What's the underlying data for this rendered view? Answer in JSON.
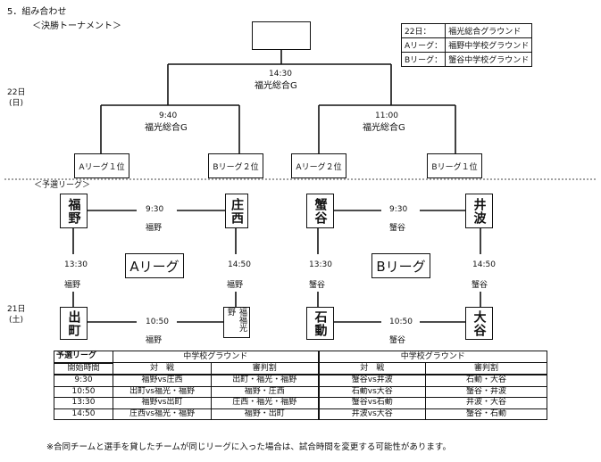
{
  "header": {
    "section_title": "5．組み合わせ",
    "subtitle": "＜決勝トーナメント＞"
  },
  "venues": [
    {
      "key": "22日：",
      "value": "福光総合グラウンド"
    },
    {
      "key": "Aリーグ：",
      "value": "福野中学校グラウンド"
    },
    {
      "key": "Bリーグ：",
      "value": "蟹谷中学校グラウンド"
    }
  ],
  "day22": {
    "date": "22日",
    "weekday": "(日)"
  },
  "day21": {
    "date": "21日",
    "weekday": "(土)"
  },
  "final_match": {
    "time": "14:30",
    "venue": "福光総合G"
  },
  "semi_left": {
    "time": "9:40",
    "venue": "福光総合G"
  },
  "semi_right": {
    "time": "11:00",
    "venue": "福光総合G"
  },
  "slots": [
    "Aリーグ１位",
    "Bリーグ２位",
    "Aリーグ２位",
    "Bリーグ１位"
  ],
  "prelim_label": "＜予選リーグ＞",
  "teams": {
    "fukuno": "福野",
    "shosei": "庄西",
    "kaniya": "蟹谷",
    "inami": "井波",
    "demachi": "出町",
    "fukufuku": "福福光野",
    "ishido": "石動",
    "otani": "大谷"
  },
  "league_a": "Aリーグ",
  "league_b": "Bリーグ",
  "matches": {
    "a_top": {
      "time": "9:30",
      "ref": "福野"
    },
    "b_top": {
      "time": "9:30",
      "ref": "蟹谷"
    },
    "a_left": {
      "time": "13:30",
      "ref": "福野"
    },
    "a_right": {
      "time": "14:50",
      "ref": "福野"
    },
    "b_left": {
      "time": "13:30",
      "ref": "蟹谷"
    },
    "b_right": {
      "time": "14:50",
      "ref": "蟹谷"
    },
    "a_bottom": {
      "time": "10:50",
      "ref": "福野"
    },
    "b_bottom": {
      "time": "10:50",
      "ref": "蟹谷"
    }
  },
  "schedule": {
    "title": "予選リーグ",
    "venue_a": "中学校グラウンド",
    "venue_b": "中学校グラウンド",
    "col_time": "開始時間",
    "col_match": "対　戦",
    "col_ref": "審判割",
    "rows": [
      {
        "time": "9:30",
        "a_match": "福野vs庄西",
        "a_ref": "出町・福光・福野",
        "b_match": "蟹谷vs井波",
        "b_ref": "石動・大谷"
      },
      {
        "time": "10:50",
        "a_match": "出町vs福光・福野",
        "a_ref": "福野・庄西",
        "b_match": "石動vs大谷",
        "b_ref": "蟹谷・井波"
      },
      {
        "time": "13:30",
        "a_match": "福野vs出町",
        "a_ref": "庄西・福光・福野",
        "b_match": "蟹谷vs石動",
        "b_ref": "井波・大谷"
      },
      {
        "time": "14:50",
        "a_match": "庄西vs福光・福野",
        "a_ref": "福野・出町",
        "b_match": "井波vs大谷",
        "b_ref": "蟹谷・石動"
      }
    ]
  },
  "footnote": "※合同チームと選手を貸したチームが同じリーグに入った場合は、試合時間を変更する可能性があります。"
}
